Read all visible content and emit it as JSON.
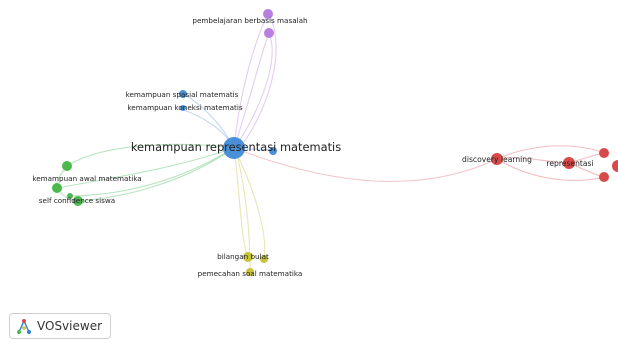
{
  "colors": {
    "blue": "#4a90d9",
    "purple": "#b67fe0",
    "green": "#4db84d",
    "yellow": "#c8c43a",
    "red": "#d84a4a"
  },
  "brand": {
    "name": "VOSviewer",
    "icon": "vosviewer-logo-icon"
  },
  "map": {
    "labels": {
      "main": "kemampuan representasi matematis",
      "pbl": "pembelajaran berbasis masalah",
      "spasial": "kemampuan spasial matematis",
      "koneksi": "kemampuan koneksi matematis",
      "awal": "kemampuan awal matematika",
      "confidence": "self confidence siswa",
      "bilangan": "bilangan bulat",
      "pemecahan": "pemecahan soal matematika",
      "discovery": "discovery learning",
      "representasi": "representasi"
    }
  }
}
